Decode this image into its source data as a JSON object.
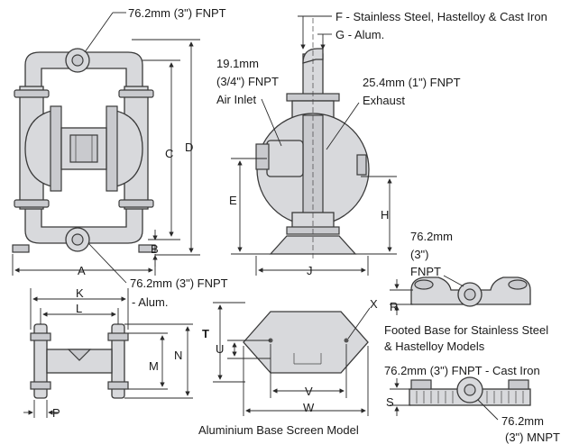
{
  "labels": {
    "front_top_port": "76.2mm (3\") FNPT",
    "front_bottom_port": "76.2mm (3\") FNPT",
    "front_bottom_port_alum": "- Alum.",
    "side_f": "F - Stainless Steel, Hastelloy & Cast Iron",
    "side_g": "G - Alum.",
    "air_inlet_l1": "19.1mm",
    "air_inlet_l2": "(3/4\") FNPT",
    "air_inlet_l3": "Air Inlet",
    "exhaust_l1": "25.4mm (1\") FNPT",
    "exhaust_l2": "Exhaust",
    "footed_port_l1": "76.2mm",
    "footed_port_l2": "(3\")",
    "footed_port_l3": "FNPT",
    "footed_caption_l1": "Footed Base for Stainless Steel",
    "footed_caption_l2": "& Hastelloy Models",
    "castiron_port": "76.2mm (3\") FNPT - Cast Iron",
    "castiron_mnpt_l1": "76.2mm",
    "castiron_mnpt_l2": "(3\") MNPT",
    "base_caption": "Aluminium Base Screen Model"
  },
  "dimensions": {
    "A": "A",
    "B": "B",
    "C": "C",
    "D": "D",
    "E": "E",
    "H": "H",
    "J": "J",
    "K": "K",
    "L": "L",
    "M": "M",
    "N": "N",
    "P": "P",
    "R": "R",
    "S": "S",
    "T": "T",
    "U": "U",
    "V": "V",
    "W": "W",
    "X": "X"
  }
}
